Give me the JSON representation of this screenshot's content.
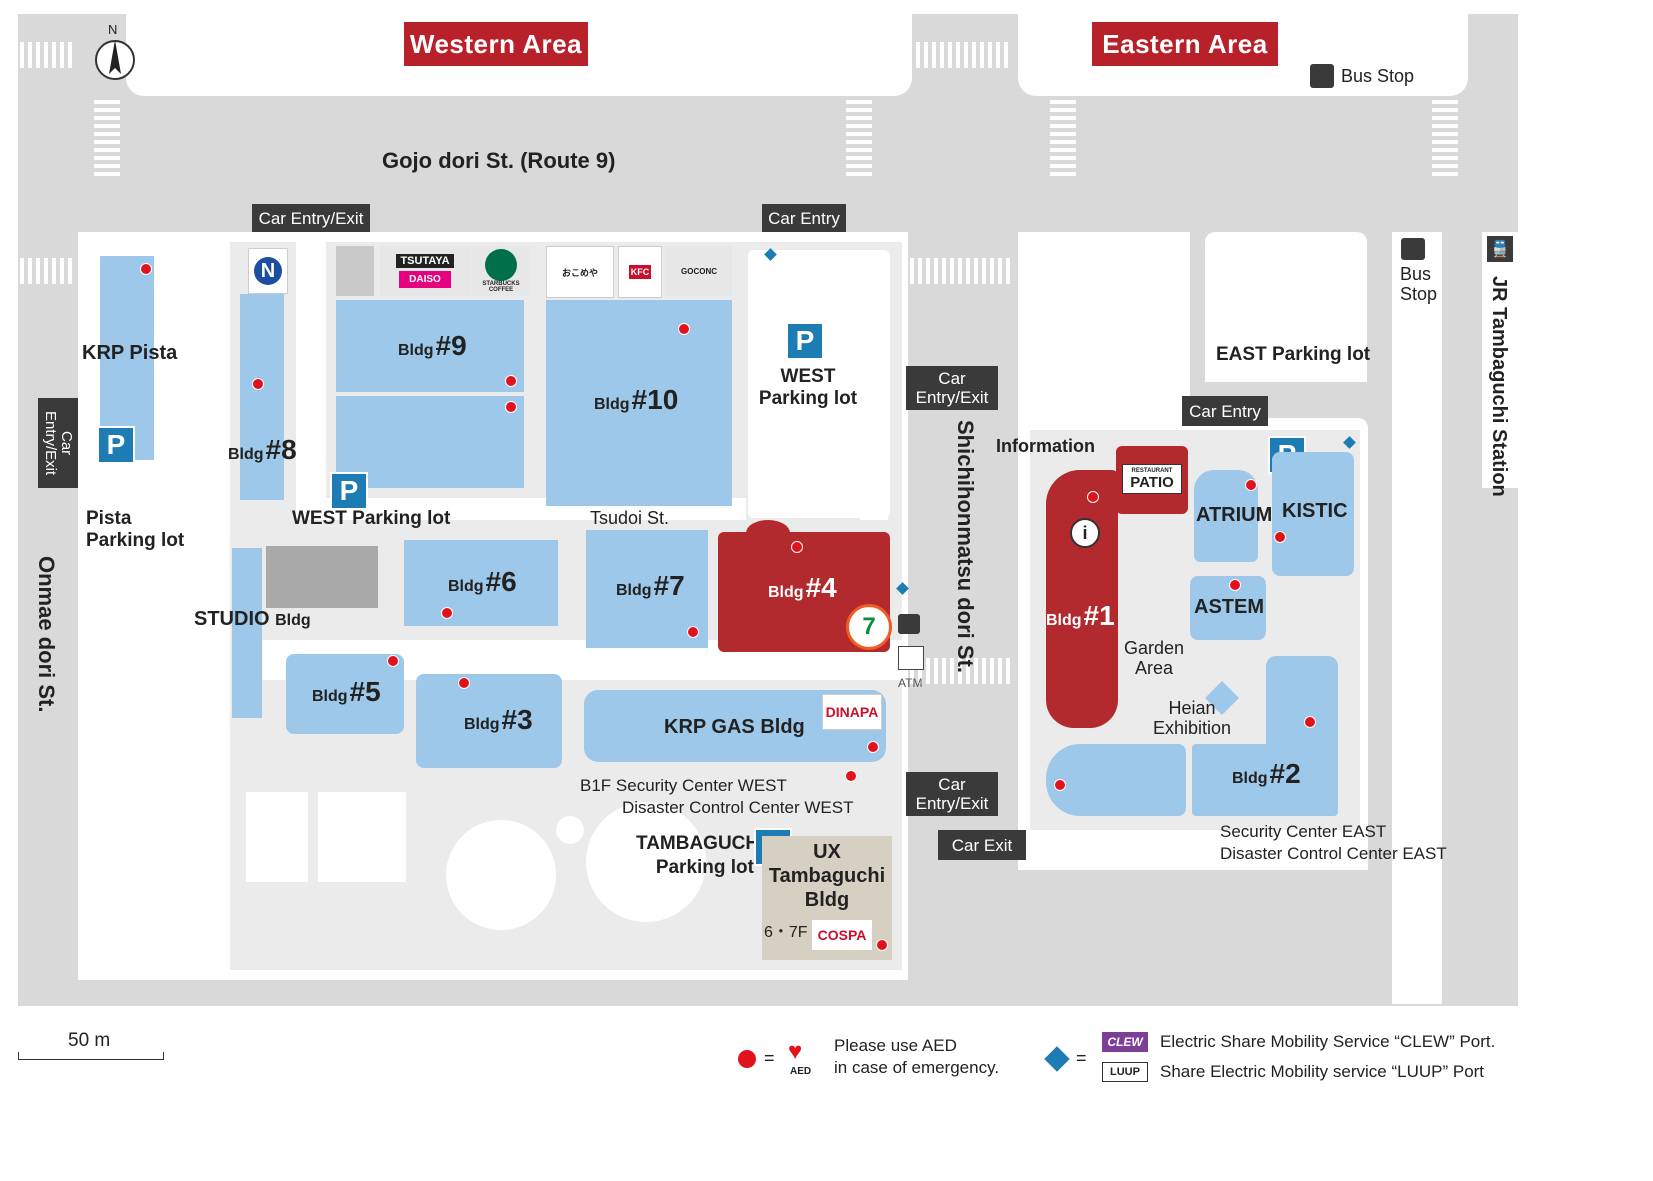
{
  "areas": {
    "western": "Western Area",
    "eastern": "Eastern Area"
  },
  "compass": "N",
  "streets": {
    "gojo": "Gojo dori St. (Route 9)",
    "onmae": "Onmae dori St.",
    "shichihonmatsu": "Shichihonmatsu dori St.",
    "tsudoi": "Tsudoi St.",
    "jr_station": "JR Tambaguchi Station"
  },
  "tags": {
    "car_entry_exit_top": "Car Entry/Exit",
    "car_entry_top": "Car Entry",
    "car_entry_exit_west": "Car Entry/Exit",
    "car_entry_exit_mid": "Car Entry/Exit",
    "car_entry_exit_low": "Car Entry/Exit",
    "car_exit": "Car Exit",
    "car_entry_east": "Car Entry"
  },
  "bus_stops": {
    "top": "Bus Stop",
    "right": "Bus Stop"
  },
  "parking": {
    "symbol": "P",
    "pista": "Pista Parking lot",
    "west_bottom": "WEST Parking lot",
    "west_top": "WEST Parking lot",
    "east": "EAST Parking lot",
    "tambaguchi": "TAMBAGUCHI Parking lot"
  },
  "buildings": {
    "krp_pista": "KRP Pista",
    "bldg_prefix": "Bldg",
    "b1": "#1",
    "b2": "#2",
    "b3": "#3",
    "b4": "#4",
    "b5": "#5",
    "b6": "#6",
    "b7": "#7",
    "b8": "#8",
    "b9": "#9",
    "b10": "#10",
    "studio": "STUDIO",
    "studio_suffix": "Bldg",
    "krp_gas": "KRP GAS Bldg",
    "atrium": "ATRIUM",
    "kistic": "KISTIC",
    "astem": "ASTEM",
    "ux": "UX Tambaguchi Bldg",
    "ux_floor": "6・7F"
  },
  "places": {
    "information": "Information",
    "garden": "Garden Area",
    "heian": "Heian Exhibition",
    "atm": "ATM",
    "security_west_1": "B1F  Security Center WEST",
    "security_west_2": "Disaster Control Center WEST",
    "security_east_1": "Security Center EAST",
    "security_east_2": "Disaster Control Center EAST"
  },
  "shops": {
    "tsutaya": "TSUTAYA",
    "daiso": "DAISO",
    "starbucks": "STARBUCKS COFFEE",
    "kfc": "KFC",
    "goconc": "GOCONC",
    "patio": "PATIO",
    "patio_small": "RESTAURANT",
    "dinapa": "DINAPA",
    "cospa": "COSPA",
    "seven": "7"
  },
  "scale": "50 m",
  "legend": {
    "aed_line1": "Please use AED",
    "aed_line2": "in case of emergency.",
    "aed_small": "AED",
    "clew_badge": "CLEW",
    "clew_text": "Electric Share Mobility Service “CLEW” Port.",
    "luup_badge": "LUUP",
    "luup_text": "Share Electric Mobility service “LUUP” Port",
    "equals": "="
  },
  "colors": {
    "header_red": "#b8202a",
    "building_blue": "#9ec8ea",
    "highlight_red": "#b22a2e",
    "parking_blue": "#1c7cb3",
    "aed_red": "#e0131c"
  }
}
